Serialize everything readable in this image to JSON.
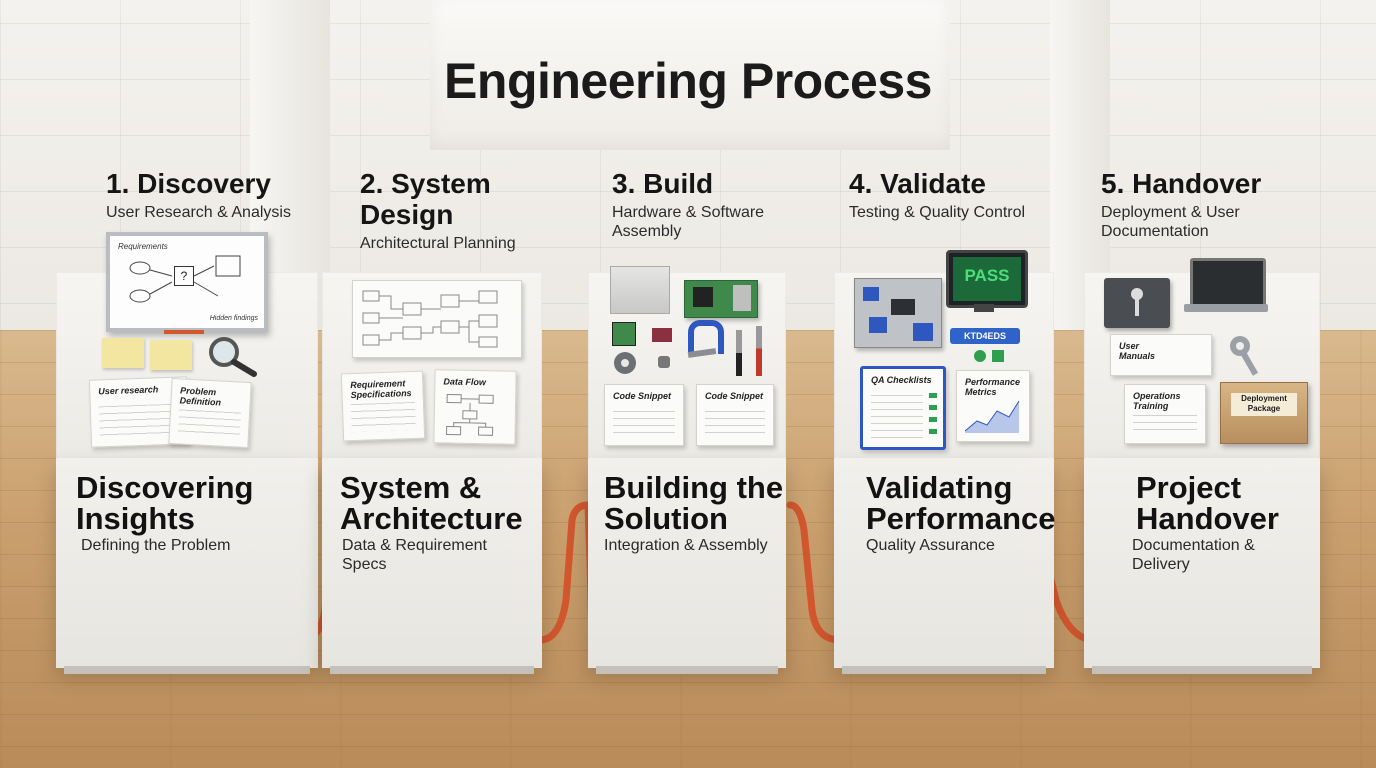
{
  "title": "Engineering Process",
  "colors": {
    "pipe": "#d2572f",
    "pass_screen": "#1c6a3a",
    "pass_text": "#49e07a",
    "badge": "#2f63c8"
  },
  "stages": [
    {
      "heading": "1. Discovery",
      "subheading": "User Research & Analysis",
      "front_title": [
        "Discovering",
        "Insights"
      ],
      "front_subtitle": [
        "Defining the Problem"
      ],
      "props": {
        "whiteboard_text": [
          "Requirements",
          "?",
          "Hidden findings"
        ],
        "docs": [
          "User research",
          "Problem Definition"
        ],
        "icons": [
          "whiteboard-icon",
          "sticky-note-icon",
          "magnifier-icon"
        ]
      }
    },
    {
      "heading": "2. System Design",
      "heading_lines": [
        "2. System",
        "Design"
      ],
      "subheading": "Architectural Planning",
      "front_title": [
        "System &",
        "Architecture"
      ],
      "front_subtitle": [
        "Data & Requirement",
        "Specs"
      ],
      "props": {
        "docs": [
          "Requirement Specifications",
          "Data Flow"
        ],
        "icons": [
          "blueprint-icon",
          "flowchart-icon"
        ]
      }
    },
    {
      "heading": "3. Build",
      "subheading_lines": [
        "Hardware & Software",
        "Assembly"
      ],
      "front_title": [
        "Building the",
        "Solution"
      ],
      "front_subtitle": [
        "Integration & Assembly"
      ],
      "props": {
        "docs": [
          "Code Snippet",
          "Code Snippet"
        ],
        "icons": [
          "circuit-board-icon",
          "gear-icon",
          "screwdriver-icon",
          "bracket-icon"
        ]
      }
    },
    {
      "heading": "4. Validate",
      "subheading": "Testing & Quality Control",
      "front_title": [
        "Validating",
        "Performance"
      ],
      "front_subtitle": [
        "Quality Assurance"
      ],
      "props": {
        "monitor_text": "PASS",
        "badge_text": "KTD4EDS",
        "docs": [
          "QA Checklists",
          "Performance Metrics"
        ],
        "icons": [
          "monitor-icon",
          "test-rig-icon",
          "checkmark-icon",
          "clipboard-icon"
        ]
      }
    },
    {
      "heading": "5. Handover",
      "subheading_lines": [
        "Deployment & User",
        "Documentation"
      ],
      "front_title": [
        "Project",
        "Handover"
      ],
      "front_subtitle": [
        "Documentation &",
        "Delivery"
      ],
      "props": {
        "docs": [
          "User Manuals",
          "Operations Training",
          "Deployment Package"
        ],
        "icons": [
          "binder-icon",
          "laptop-icon",
          "key-icon",
          "box-icon"
        ]
      }
    }
  ]
}
